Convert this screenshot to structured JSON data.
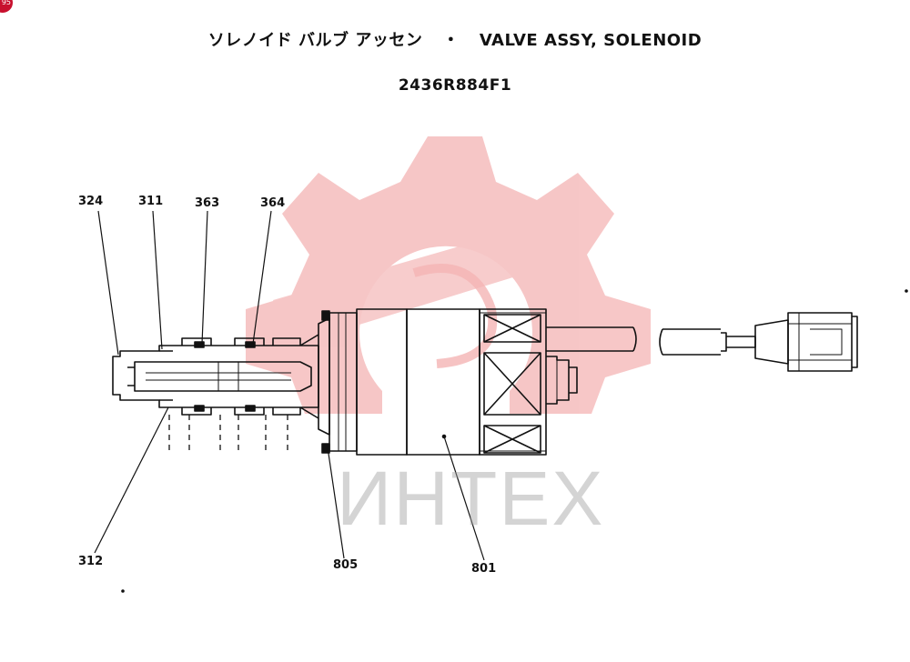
{
  "header": {
    "title_jp": "ソレノイド バルブ アッセン",
    "separator": "・",
    "title_en": "VALVE ASSY, SOLENOID",
    "part_number": "2436R884F1"
  },
  "callouts": {
    "c324": "324",
    "c311": "311",
    "c363": "363",
    "c364": "364",
    "c312": "312",
    "c805": "805",
    "c801": "801"
  },
  "watermark": {
    "text": "ИНТЕХ",
    "logo_icon": "gear-logo-icon",
    "color": "#f4b4b4"
  },
  "badge": {
    "text": "95",
    "color": "#c8102e"
  }
}
